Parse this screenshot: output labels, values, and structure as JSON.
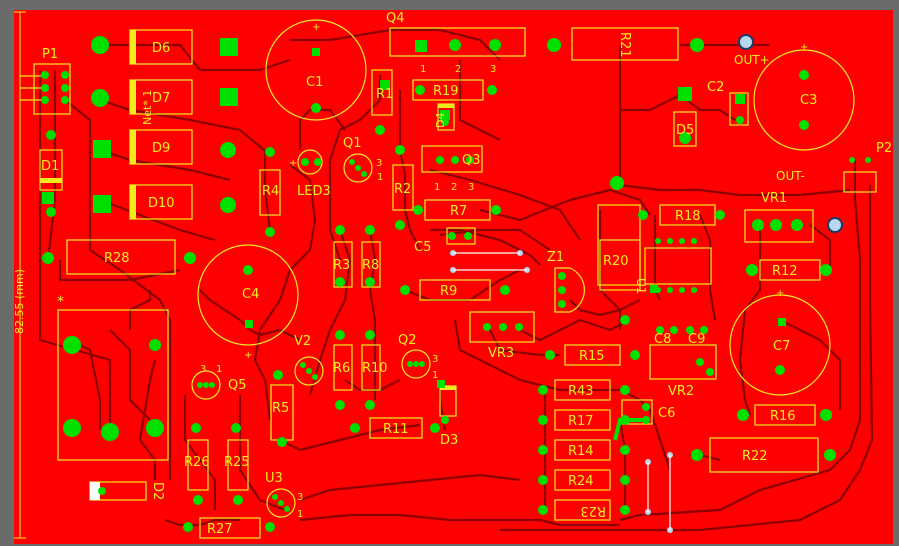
{
  "colors": {
    "background": "#6b6b6b",
    "copper": "#ff0000",
    "trace": "#8b0000",
    "silk": "#f0ec1e",
    "pad": "#00e000",
    "via": "#b7d7ef"
  },
  "board": {
    "dimension_label": "82.55 (mm)",
    "marker_star": "*"
  },
  "labels": {
    "P1": "P1",
    "D1": "D1",
    "D6": "D6",
    "D7": "D7",
    "D9": "D9",
    "D10": "D10",
    "Net": "Net* 1",
    "C1": "C1",
    "C1plus": "+",
    "Q4": "Q4",
    "Q4p1": "1",
    "Q4p2": "2",
    "Q4p3": "3",
    "R1": "R1",
    "R19": "R19",
    "D4": "D4",
    "Q1": "Q1",
    "Q1p3": "3",
    "Q1p1": "1",
    "LED3": "LED3",
    "LEDplus": "+",
    "R4": "R4",
    "R2": "R2",
    "Q3": "Q3",
    "Q3p1": "1",
    "Q3p2": "2",
    "Q3p3": "3",
    "R7": "R7",
    "C5": "C5",
    "R21": "R21",
    "OUTplus": "OUT+",
    "C2": "C2",
    "C3": "C3",
    "C3plus": "+",
    "D5": "D5",
    "P2": "P2",
    "OUTminus": "OUT-",
    "VR1": "VR1",
    "R18": "R18",
    "R12": "R12",
    "R20": "R20",
    "U1": "U1",
    "Z1": "Z1",
    "R28": "R28",
    "C4": "C4",
    "C4plus": "+",
    "R3": "R3",
    "R8": "R8",
    "R9": "R9",
    "VR3": "VR3",
    "R15": "R15",
    "C8": "C8",
    "C9": "C9",
    "VR2": "VR2",
    "C7": "C7",
    "C7plus": "+",
    "V2": "V2",
    "R6": "R6",
    "R10": "R10",
    "Q2": "Q2",
    "Q2p3": "3",
    "Q2p1": "1",
    "Q5": "Q5",
    "Q5p3": "3",
    "Q5p1": "1",
    "R5": "R5",
    "R11": "R11",
    "D3": "D3",
    "R43": "R43",
    "R17": "R17",
    "C6": "C6",
    "R14": "R14",
    "R16": "R16",
    "R22": "R22",
    "R24": "R24",
    "R23": "R23",
    "R26": "R26",
    "R25": "R25",
    "D2": "D2",
    "U3": "U3",
    "U3p3": "3",
    "U3p1": "1",
    "R27": "R27"
  }
}
